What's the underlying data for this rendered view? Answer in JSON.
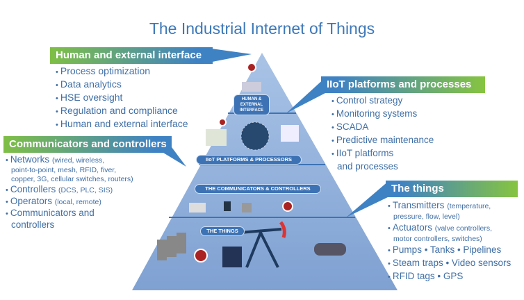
{
  "title": "The Industrial Internet of Things",
  "pyramid": {
    "levels": [
      "HUMAN & EXTERNAL INTERFACE",
      "IIoT PLATFORMS & PROCESSORS",
      "THE COMMUNICATORS & CONTROLLERS",
      "THE THINGS"
    ]
  },
  "callouts": {
    "human": {
      "heading": "Human and external interface",
      "items": [
        "Process optimization",
        "Data analytics",
        "HSE oversight",
        "Regulation and compliance",
        "Human and external interface"
      ]
    },
    "comm": {
      "heading": "Communicators and controllers",
      "items": [
        {
          "main": "Networks",
          "detail": "(wired, wireless,",
          "sub": [
            "point-to-point, mesh, RFID, fiver,",
            "copper, 3G, cellular switches, routers)"
          ]
        },
        {
          "main": "Controllers",
          "detail": "(DCS, PLC, SIS)"
        },
        {
          "main": "Operators",
          "detail": "(local, remote)"
        },
        {
          "main": "Communicators and",
          "cont": "controllers"
        }
      ]
    },
    "iiot": {
      "heading": "IIoT platforms and processes",
      "items": [
        "Control strategy",
        "Monitoring systems",
        "SCADA",
        "Predictive maintenance"
      ],
      "last": "IIoT platforms",
      "last_cont": "and processes"
    },
    "things": {
      "heading": "The things",
      "items": [
        {
          "main": "Transmitters",
          "detail": "(temperature,",
          "sub": "pressure, flow, level)"
        },
        {
          "main": "Actuators",
          "detail": "(valve controllers,",
          "sub": "motor controllers, switches)"
        },
        {
          "main": "Pumps • Tanks • Pipelines"
        },
        {
          "main": "Steam traps • Video sensors"
        },
        {
          "main": "RFID tags • GPS"
        }
      ]
    }
  },
  "colors": {
    "blue": "#3f82c4",
    "green": "#86c440",
    "pyramid": "#8fb0dc"
  }
}
